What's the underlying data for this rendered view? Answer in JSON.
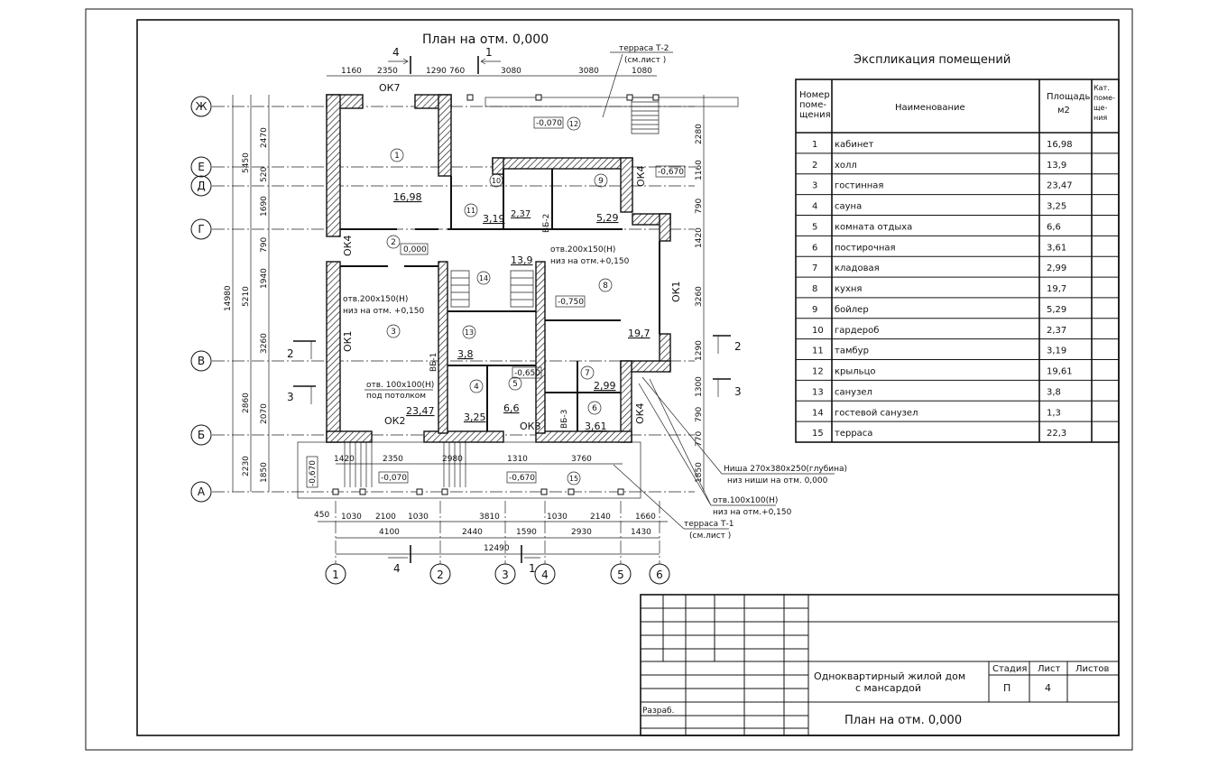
{
  "plan": {
    "title": "План на отм. 0,000",
    "axes_h": [
      "Ж",
      "Е",
      "Д",
      "Г",
      "В",
      "Б",
      "А"
    ],
    "axes_v": [
      "1",
      "2",
      "3",
      "4",
      "5",
      "6"
    ],
    "dims_top": [
      "1160",
      "2350",
      "1290",
      "760",
      "3080",
      "3080",
      "1080"
    ],
    "dims_bottom_1": [
      "450",
      "1030",
      "2100",
      "1030",
      "3810",
      "1030",
      "2140",
      "1660"
    ],
    "dims_bottom_2": [
      "4100",
      "2440",
      "1590",
      "2930",
      "1430"
    ],
    "dims_bottom_total": "12490",
    "dims_left_inner": [
      "2470",
      "520",
      "1690",
      "790",
      "1940",
      "3260",
      "2070",
      "1850"
    ],
    "dims_left_outer": [
      "5450",
      "5210",
      "2860",
      "2230"
    ],
    "dims_left_total": "14980",
    "dims_right": [
      "2280",
      "1160",
      "790",
      "1420",
      "3260",
      "1290",
      "1300",
      "790",
      "770",
      "1850"
    ],
    "dims_terrace": [
      "1420",
      "2350",
      "2980",
      "1310",
      "3760"
    ],
    "sections": [
      "4",
      "1",
      "2",
      "3",
      "2",
      "3",
      "4",
      "1"
    ],
    "rooms": [
      "1",
      "2",
      "3",
      "4",
      "5",
      "6",
      "7",
      "8",
      "9",
      "10",
      "11",
      "12",
      "13",
      "14",
      "15"
    ],
    "areas": [
      "16,98",
      "13,9",
      "23,47",
      "3,25",
      "6,6",
      "3,61",
      "2,99",
      "19,7",
      "5,29",
      "2,37",
      "3,19",
      "3,8"
    ],
    "levels": [
      "0,000",
      "-0,070",
      "-0,670",
      "-0,750",
      "-0,650",
      "-0,070",
      "-0,670",
      "-0,670"
    ],
    "windows": [
      "ОК7",
      "ОК4",
      "ОК1",
      "ОК2",
      "ОК3",
      "ОК4",
      "ОК1",
      "ОК4"
    ],
    "notes": {
      "terrace_t2": "терраса Т-2",
      "terrace_t2_ref": "(см.лист )",
      "terrace_t1": "терраса Т-1",
      "terrace_t1_ref": "(см.лист )",
      "niche": "Ниша 270х380х250(глубина)",
      "niche_bottom": "низ ниши на отм. 0,000",
      "opening_right": "отв.100х100(Н)",
      "opening_right_bottom": "низ на отм.+0,150",
      "opening_left": "отв.200х150(Н)",
      "opening_left_bottom": "низ на отм. +0,150",
      "opening_kitchen": "отв.200х150(Н)",
      "opening_kitchen_bottom": "низ на отм.+0,150",
      "opening_living": "отв. 100х100(Н)",
      "opening_living_bottom": "под потолком",
      "vb1": "ВБ-1",
      "vb2": "ВБ-2",
      "vb3": "ВБ-3"
    }
  },
  "explication": {
    "title": "Экспликация помещений",
    "headers": {
      "number": "Номер поме-щения",
      "name": "Наименование",
      "area": "Площадь м2",
      "category": "Кат. поме-ще-ния"
    },
    "rows": [
      {
        "n": "1",
        "name": "кабинет",
        "area": "16,98"
      },
      {
        "n": "2",
        "name": "холл",
        "area": "13,9"
      },
      {
        "n": "3",
        "name": "гостинная",
        "area": "23,47"
      },
      {
        "n": "4",
        "name": "сауна",
        "area": "3,25"
      },
      {
        "n": "5",
        "name": "комната отдыха",
        "area": "6,6"
      },
      {
        "n": "6",
        "name": "постирочная",
        "area": "3,61"
      },
      {
        "n": "7",
        "name": "кладовая",
        "area": "2,99"
      },
      {
        "n": "8",
        "name": "кухня",
        "area": "19,7"
      },
      {
        "n": "9",
        "name": "бойлер",
        "area": "5,29"
      },
      {
        "n": "10",
        "name": "гардероб",
        "area": "2,37"
      },
      {
        "n": "11",
        "name": "тамбур",
        "area": "3,19"
      },
      {
        "n": "12",
        "name": "крыльцо",
        "area": "19,61"
      },
      {
        "n": "13",
        "name": "санузел",
        "area": "3,8"
      },
      {
        "n": "14",
        "name": "гостевой санузел",
        "area": "1,3"
      },
      {
        "n": "15",
        "name": "терраса",
        "area": "22,3"
      }
    ]
  },
  "title_block": {
    "developer_label": "Разраб.",
    "project": "Одноквартирный жилой дом",
    "project_2": "с мансардой",
    "stage_label": "Стадия",
    "sheet_label": "Лист",
    "sheets_label": "Листов",
    "stage": "П",
    "sheet": "4",
    "sheet_title": "План на отм. 0,000"
  }
}
